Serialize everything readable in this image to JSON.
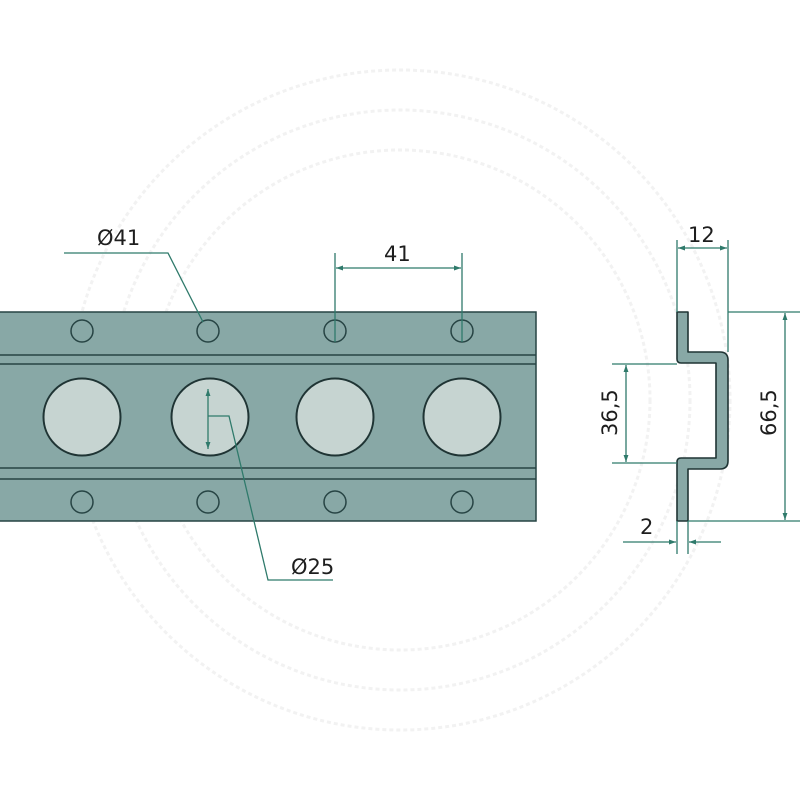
{
  "colors": {
    "steel": "#88a8a6",
    "hole_fill": "#c6d4d1",
    "outline": "#274444",
    "dimension_line": "#2f7a6b",
    "text": "#1e1e1e",
    "background": "#ffffff"
  },
  "front_view": {
    "labels": {
      "large_hole_pitch": "Ø41",
      "hole_pitch": "41",
      "large_hole_diameter": "Ø25"
    },
    "hole_centers_x": [
      82,
      208,
      335,
      462
    ]
  },
  "profile_view": {
    "labels": {
      "top_width": "12",
      "inner_height": "36,5",
      "total_height": "66,5",
      "thickness": "2"
    }
  }
}
